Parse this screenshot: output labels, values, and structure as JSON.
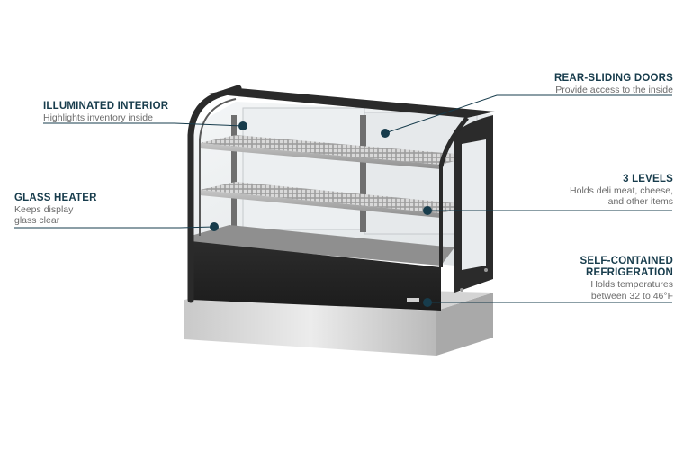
{
  "accent_color": "#173c4c",
  "callouts": [
    {
      "title": "ILLUMINATED INTERIOR",
      "desc": [
        "Highlights inventory inside"
      ]
    },
    {
      "title": "GLASS HEATER",
      "desc": [
        "Keeps display",
        "glass clear"
      ]
    },
    {
      "title": "REAR-SLIDING DOORS",
      "desc": [
        "Provide access to the inside"
      ]
    },
    {
      "title": "3 LEVELS",
      "desc": [
        "Holds deli meat, cheese,",
        "and other items"
      ]
    },
    {
      "title": [
        "SELF-CONTAINED",
        "REFRIGERATION"
      ],
      "desc": [
        "Holds temperatures",
        "between 32 to 46°F"
      ]
    }
  ]
}
